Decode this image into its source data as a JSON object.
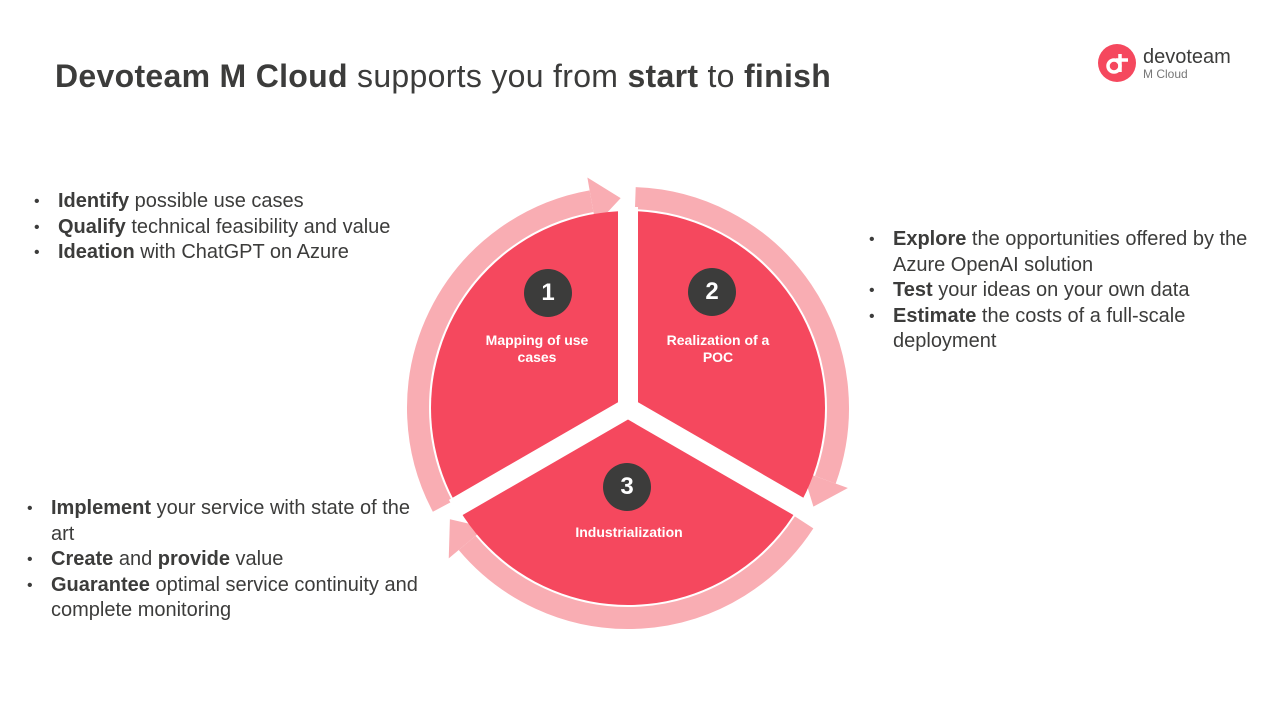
{
  "title": {
    "brand": "Devoteam M Cloud",
    "t1": " supports you from ",
    "start": "start",
    "t2": " to ",
    "finish": "finish"
  },
  "logo": {
    "name": "devoteam",
    "sub": "M Cloud"
  },
  "colors": {
    "segment": "#f5485e",
    "ring": "#f9adb3",
    "badge": "#3c3c3b"
  },
  "steps": [
    {
      "number": "1",
      "label": "Mapping of use cases"
    },
    {
      "number": "2",
      "label": "Realization of a POC"
    },
    {
      "number": "3",
      "label": "Industrialization"
    }
  ],
  "bullets_step1": [
    {
      "bold": "Identify",
      "text": " possible use cases"
    },
    {
      "bold": "Qualify",
      "text": " technical feasibility and value"
    },
    {
      "bold": "Ideation",
      "text": " with ChatGPT on Azure"
    }
  ],
  "bullets_step2": [
    {
      "bold": "Explore",
      "text": " the opportunities offered by the Azure OpenAI solution"
    },
    {
      "bold": "Test",
      "text": " your ideas on your own data"
    },
    {
      "bold": "Estimate",
      "text": " the costs of a full-scale deployment"
    }
  ],
  "bullets_step3": [
    {
      "bold": "Implement",
      "text": " your service with state of the art"
    },
    {
      "bold": "Create",
      "text": " and ",
      "bold2": "provide",
      "text2": " value"
    },
    {
      "bold": "Guarantee",
      "text": " optimal service continuity and complete monitoring"
    }
  ]
}
